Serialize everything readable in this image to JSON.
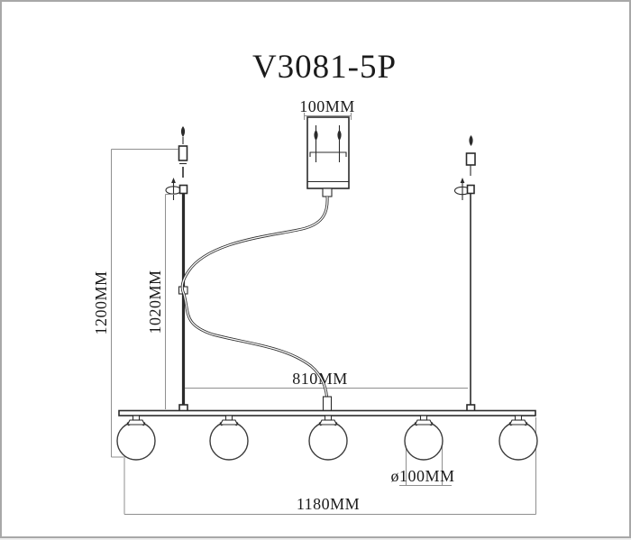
{
  "title": "V3081-5P",
  "labels": {
    "canopy_width": "100MM",
    "overall_drop": "1200MM",
    "rod_drop": "1020MM",
    "hanger_spacing": "810MM",
    "globe_diameter": "ø100MM",
    "bar_length": "1180MM"
  },
  "figure": {
    "globe_count": 5,
    "description_visible_shapes": "5 globes on linear bar, 2 swivel rod hangers, center canopy with S-curved cord"
  },
  "colors": {
    "background": "#ffffff",
    "object_line": "#2b2b2b",
    "glass_line": "#3d3d3d",
    "dimension_line": "#8f8f8f",
    "text": "#1b1b1b",
    "page_border": "#a8a8a8"
  }
}
